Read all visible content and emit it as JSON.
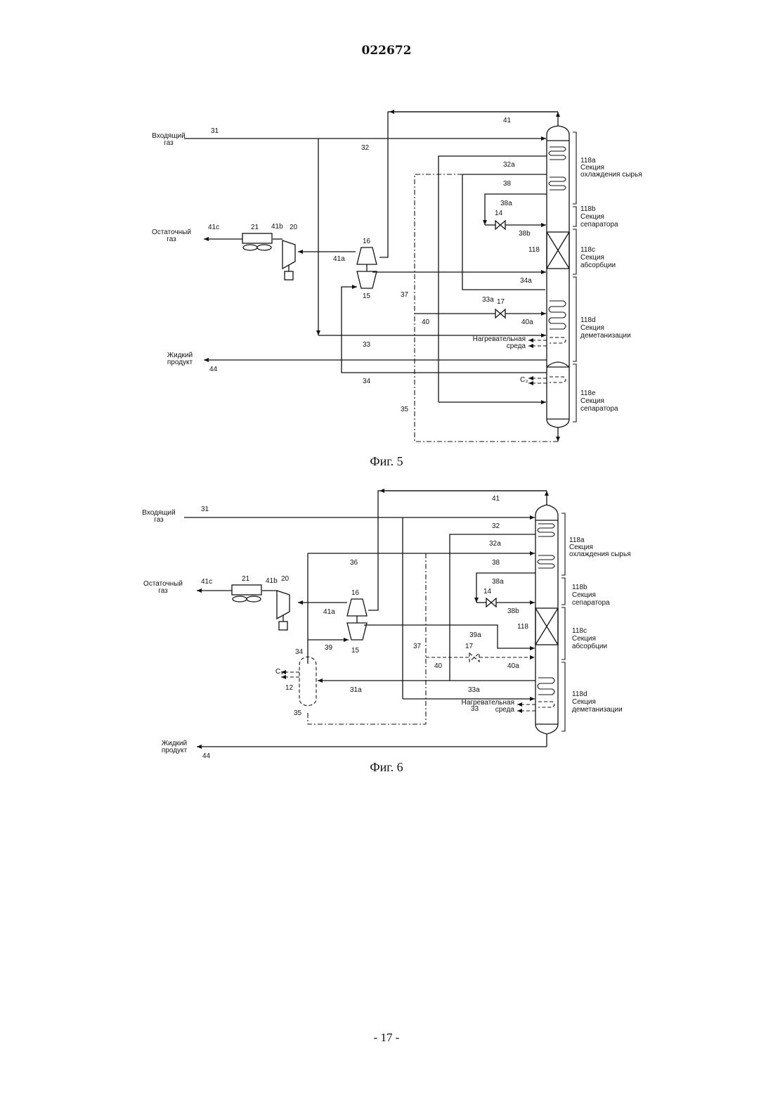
{
  "header": {
    "doc_number": "022672"
  },
  "footer": {
    "page": "- 17 -"
  },
  "fig5": {
    "caption": "Фиг. 5",
    "labels": {
      "inlet_gas": [
        "Входящий",
        "газ"
      ],
      "residue_gas": [
        "Остаточный",
        "газ"
      ],
      "liquid_product": [
        "Жидкий",
        "продукт"
      ],
      "heating_medium": [
        "Нагревательная",
        "среда"
      ],
      "c3": "C₃",
      "sec_118a": [
        "118a",
        "Секция",
        "охлаждения сырья"
      ],
      "sec_118b": [
        "118b",
        "Секция",
        "сепаратора"
      ],
      "sec_118c": [
        "118c",
        "Секция",
        "абсорбции"
      ],
      "sec_118d": [
        "118d",
        "Секция",
        "деметанизации"
      ],
      "sec_118e": [
        "118e",
        "Секция",
        "сепаратора"
      ]
    },
    "streams": {
      "s31": "31",
      "s32": "32",
      "s32a": "32a",
      "s38": "38",
      "s38a": "38a",
      "s38b": "38b",
      "s41": "41",
      "s41a": "41a",
      "s41b": "41b",
      "s41c": "41c",
      "s34a": "34a",
      "s33a": "33a",
      "s37": "37",
      "s40": "40",
      "s40a": "40a",
      "s33": "33",
      "s34": "34",
      "s35": "35",
      "s44": "44"
    },
    "equipment": {
      "e14": "14",
      "e15": "15",
      "e16": "16",
      "e17": "17",
      "e20": "20",
      "e21": "21",
      "e118": "118"
    }
  },
  "fig6": {
    "caption": "Фиг. 6",
    "labels": {
      "inlet_gas": [
        "Входящий",
        "газ"
      ],
      "residue_gas": [
        "Остаточный",
        "газ"
      ],
      "liquid_product": [
        "Жидкий",
        "продукт"
      ],
      "heating_medium": [
        "Нагревательная",
        "среда"
      ],
      "c3": "C₃",
      "sec_118a": [
        "118a",
        "Секция",
        "охлаждения сырья"
      ],
      "sec_118b": [
        "118b",
        "Секция",
        "сепаратора"
      ],
      "sec_118c": [
        "118c",
        "Секция",
        "абсорбции"
      ],
      "sec_118d": [
        "118d",
        "Секция",
        "деметанизации"
      ]
    },
    "streams": {
      "s31": "31",
      "s32": "32",
      "s32a": "32a",
      "s36": "36",
      "s38": "38",
      "s38a": "38a",
      "s38b": "38b",
      "s41": "41",
      "s41a": "41a",
      "s41b": "41b",
      "s41c": "41c",
      "s34": "34",
      "s39": "39",
      "s39a": "39a",
      "s37": "37",
      "s40": "40",
      "s40a": "40a",
      "s31a": "31a",
      "s33a": "33a",
      "s33": "33",
      "s35": "35",
      "s44": "44"
    },
    "equipment": {
      "e12": "12",
      "e14": "14",
      "e15": "15",
      "e16": "16",
      "e17": "17",
      "e20": "20",
      "e21": "21",
      "e118": "118"
    }
  }
}
